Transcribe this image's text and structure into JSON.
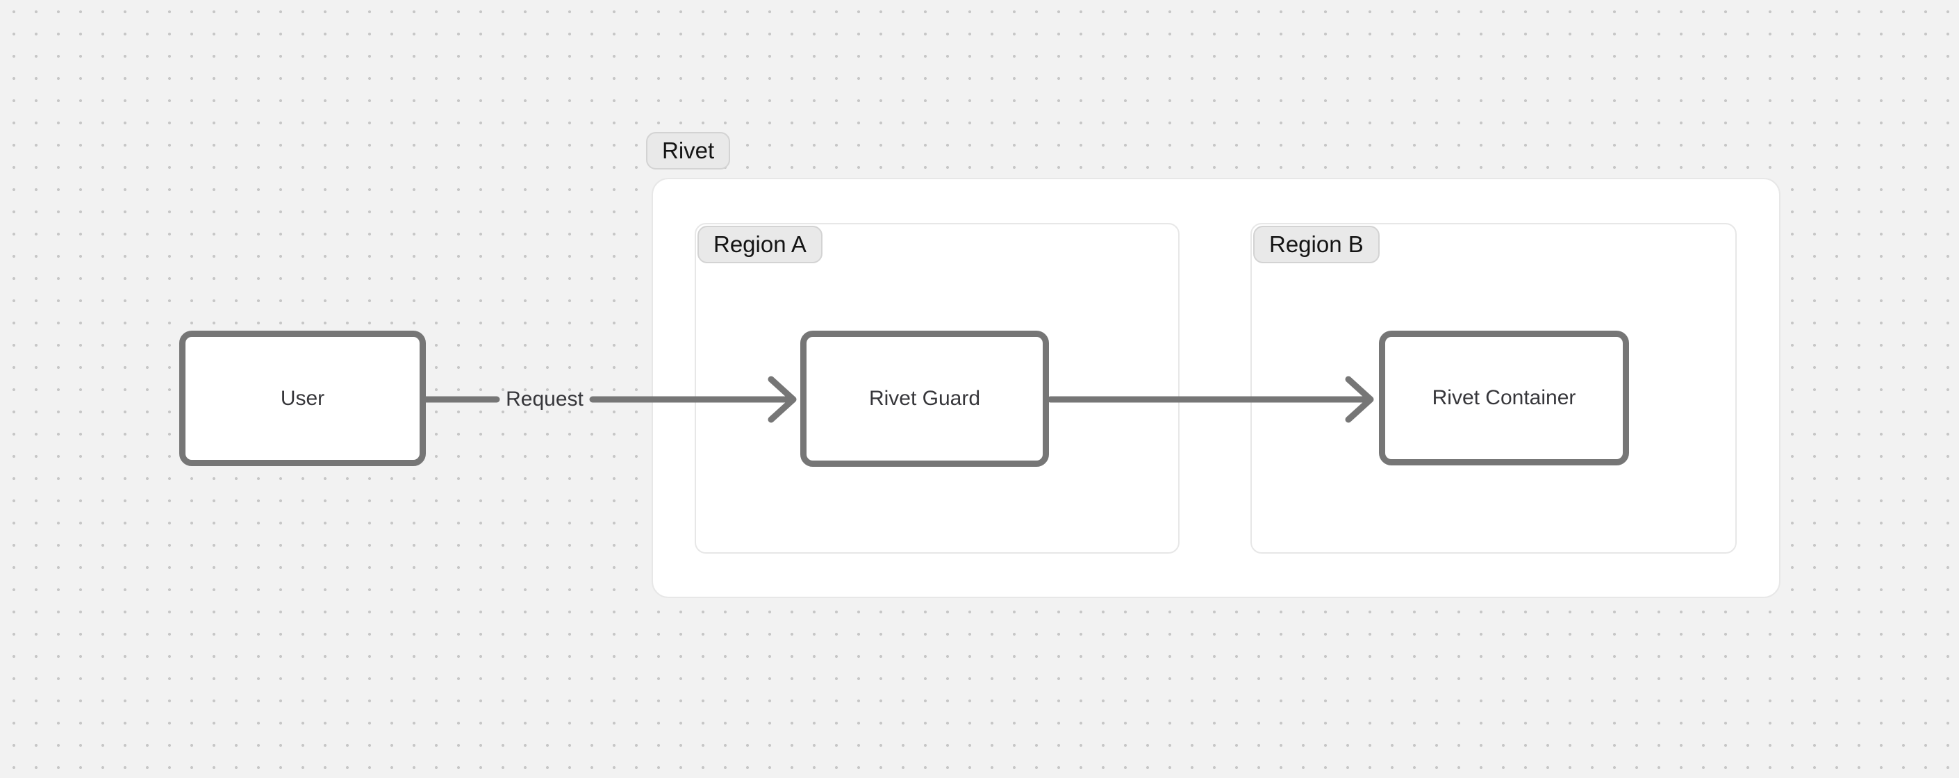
{
  "frame": {
    "label": "Rivet"
  },
  "regions": [
    {
      "label": "Region A"
    },
    {
      "label": "Region B"
    }
  ],
  "nodes": [
    {
      "label": "User"
    },
    {
      "label": "Rivet Guard"
    },
    {
      "label": "Rivet Container"
    }
  ],
  "edges": [
    {
      "from": "User",
      "to": "Rivet Guard",
      "label": "Request"
    },
    {
      "from": "Rivet Guard",
      "to": "Rivet Container",
      "label": ""
    }
  ],
  "colors": {
    "canvas_bg": "#f2f2f2",
    "grid_dot": "#c7c7c7",
    "surface": "#ffffff",
    "frame_border": "#e7e7e7",
    "badge_bg": "#e9e9e9",
    "badge_border": "#d3d3d3",
    "badge_text": "#141414",
    "node_border": "#767676",
    "node_text": "#36363a",
    "arrow": "#767676"
  }
}
